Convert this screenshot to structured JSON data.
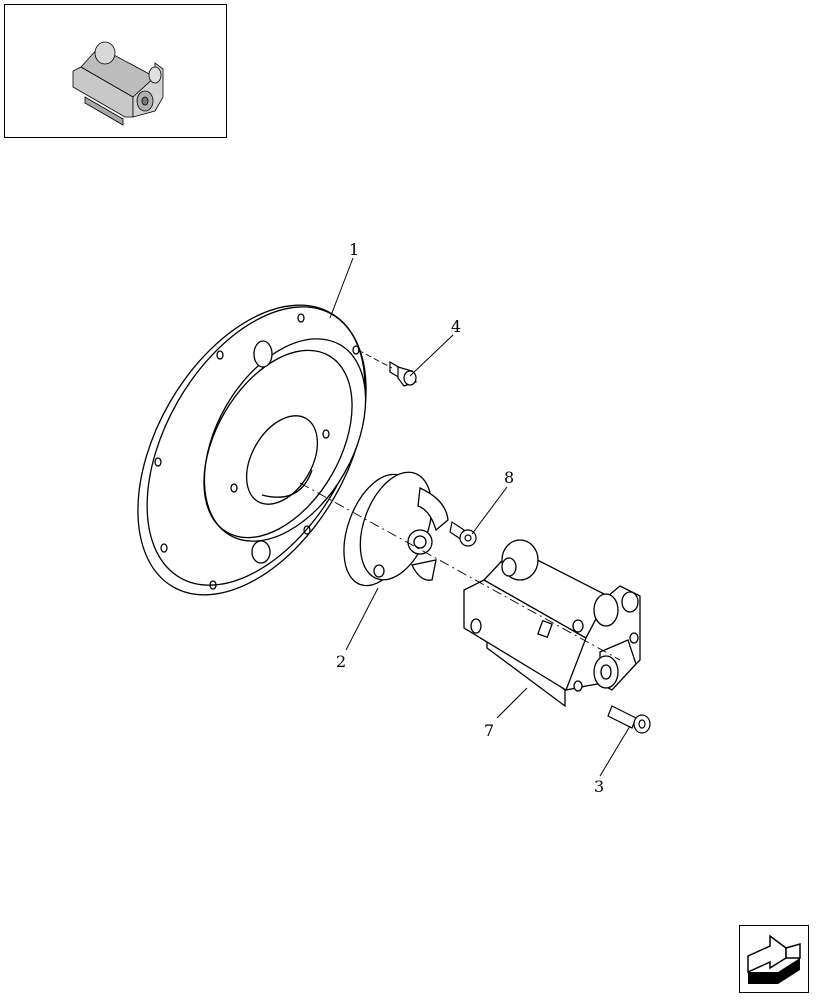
{
  "callouts": [
    {
      "id": "1",
      "label": "1"
    },
    {
      "id": "2",
      "label": "2"
    },
    {
      "id": "3",
      "label": "3"
    },
    {
      "id": "4",
      "label": "4"
    },
    {
      "id": "7",
      "label": "7"
    },
    {
      "id": "8",
      "label": "8"
    }
  ],
  "thumbnail": {
    "icon": "pump-assembly-thumbnail"
  },
  "navigation": {
    "icon": "next-page-arrow-icon"
  }
}
